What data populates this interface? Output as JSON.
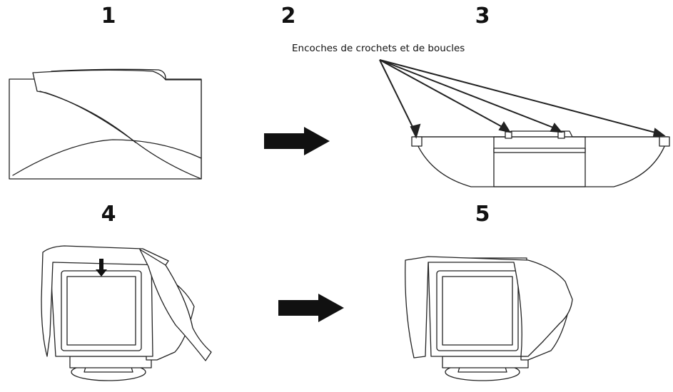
{
  "steps": [
    {
      "number": "1"
    },
    {
      "number": "2"
    },
    {
      "number": "3"
    },
    {
      "number": "4"
    },
    {
      "number": "5"
    }
  ],
  "callout": {
    "text": "Encoches de crochets et de boucles"
  },
  "colors": {
    "line": "#222222",
    "arrow": "#111111",
    "background": "#ffffff"
  }
}
